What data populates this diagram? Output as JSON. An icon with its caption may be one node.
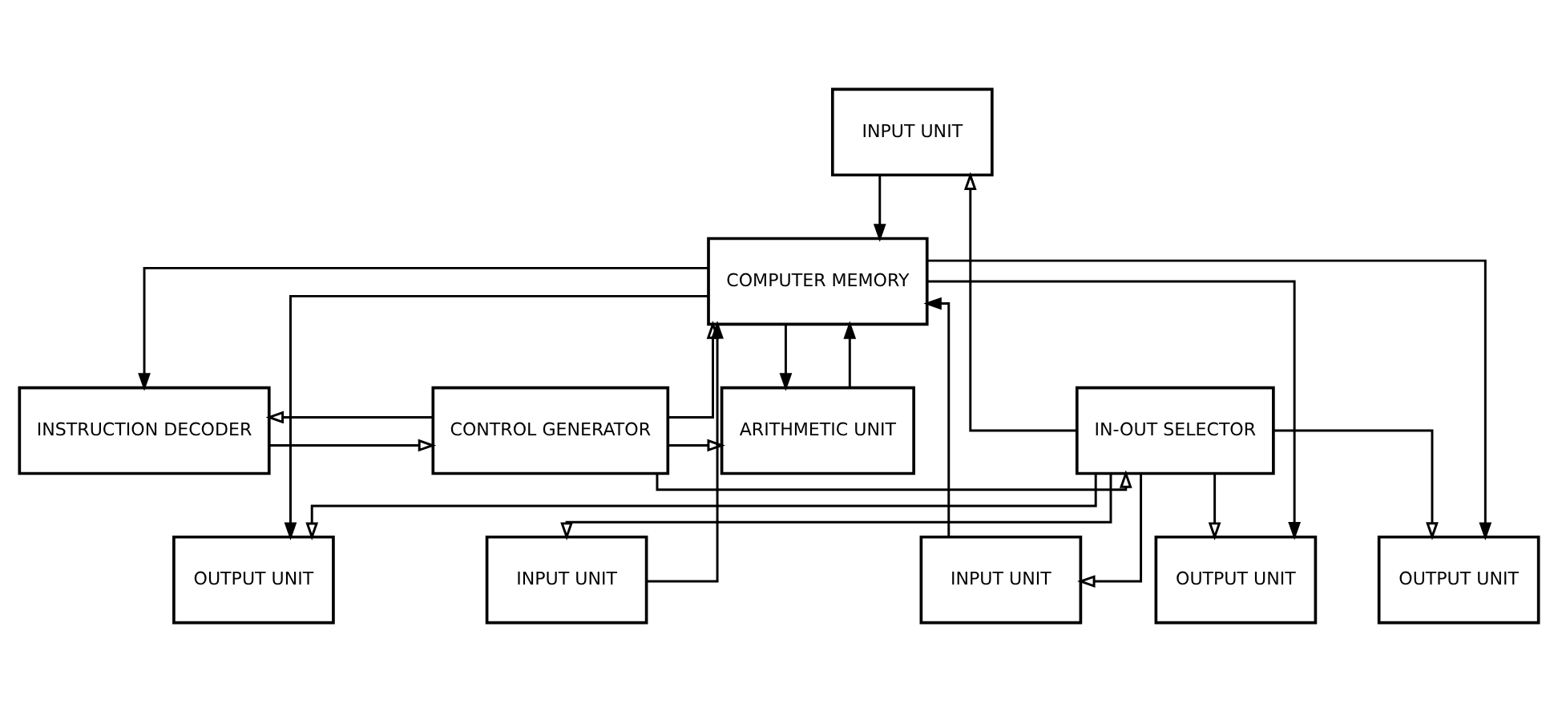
{
  "diagram": {
    "nodes": [
      {
        "text": [
          "INPUT UNIT"
        ]
      },
      {
        "text": [
          "INPUT UNIT"
        ]
      },
      {
        "text": [
          "INPUT UNIT"
        ]
      },
      {
        "text": [
          "COMPUTER MEMORY"
        ]
      },
      {
        "text": [
          "OUTPUT UNIT"
        ]
      },
      {
        "text": [
          "OUTPUT UNIT"
        ]
      },
      {
        "text": [
          "OUTPUT UNIT"
        ]
      },
      {
        "text": [
          "IN-OUT SELECTOR"
        ]
      },
      {
        "text": [
          "ARITHMETIC UNIT"
        ]
      },
      {
        "text": [
          "CONTROL GENERATOR"
        ]
      },
      {
        "text": [
          "INSTRUCTION DECODER"
        ]
      }
    ],
    "edges": [
      {
        "from": 0,
        "to": 3,
        "arrow": "to"
      },
      {
        "from": 1,
        "to": 3,
        "arrow": "to"
      },
      {
        "from": 2,
        "to": 3,
        "arrow": "to"
      },
      {
        "from": 3,
        "to": 4,
        "arrow": "to"
      },
      {
        "from": 3,
        "to": 5,
        "arrow": "to"
      },
      {
        "from": 3,
        "to": 6,
        "arrow": "to"
      },
      {
        "from": 3,
        "to": 10,
        "arrow": "to"
      },
      {
        "from": 3,
        "to": 8,
        "arrow": "to"
      },
      {
        "from": 8,
        "to": 3,
        "arrow": "to"
      },
      {
        "from": 9,
        "to": 3,
        "arrow": "to"
      },
      {
        "from": 9,
        "to": 8,
        "arrow": "to"
      },
      {
        "from": 10,
        "to": 9,
        "arrow": "to"
      },
      {
        "from": 9,
        "to": 10,
        "arrow": "to"
      },
      {
        "from": 7,
        "to": 0,
        "arrow": "to"
      },
      {
        "from": 7,
        "to": 1,
        "arrow": "to"
      },
      {
        "from": 7,
        "to": 2,
        "arrow": "to"
      },
      {
        "from": 7,
        "to": 4,
        "arrow": "to"
      },
      {
        "from": 7,
        "to": 5,
        "arrow": "to"
      },
      {
        "from": 7,
        "to": 6,
        "arrow": "to"
      },
      {
        "from": 9,
        "to": 7,
        "arrow": "to"
      }
    ]
  }
}
